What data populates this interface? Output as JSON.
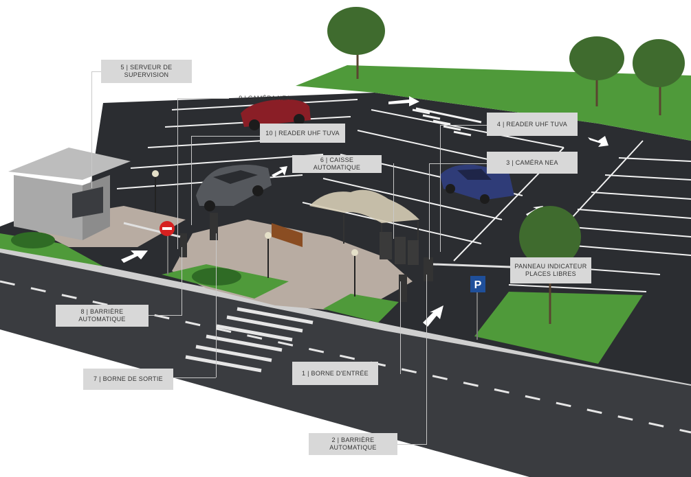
{
  "labels": {
    "l1": "1 | BORNE D'ENTRÉE",
    "l2": "2 | BARRIÈRE AUTOMATIQUE",
    "l3": "3 | CAMÉRA NEA",
    "l4": "4 | READER UHF TUVA",
    "l5": "5 | SERVEUR DE SUPERVISION",
    "l6": "6 | CAISSE AUTOMATIQUE",
    "l7": "7 | BORNE DE SORTIE",
    "l8": "8 | BARRIÈRE AUTOMATIQUE",
    "l9": "9 | CAMÉRA NEA",
    "l10": "10 | READER UHF TUVA",
    "panel": "PANNEAU INDICATEUR PLACES LIBRES"
  },
  "signs": {
    "parking": "P"
  },
  "colors": {
    "asphalt": "#2b2d31",
    "grass": "#4f9a3a",
    "gravel": "#b8aca2",
    "callout_bg": "#d8d8d8",
    "car_red": "#8a1e26",
    "car_blue": "#2f3c78",
    "car_silver": "#55585d"
  }
}
